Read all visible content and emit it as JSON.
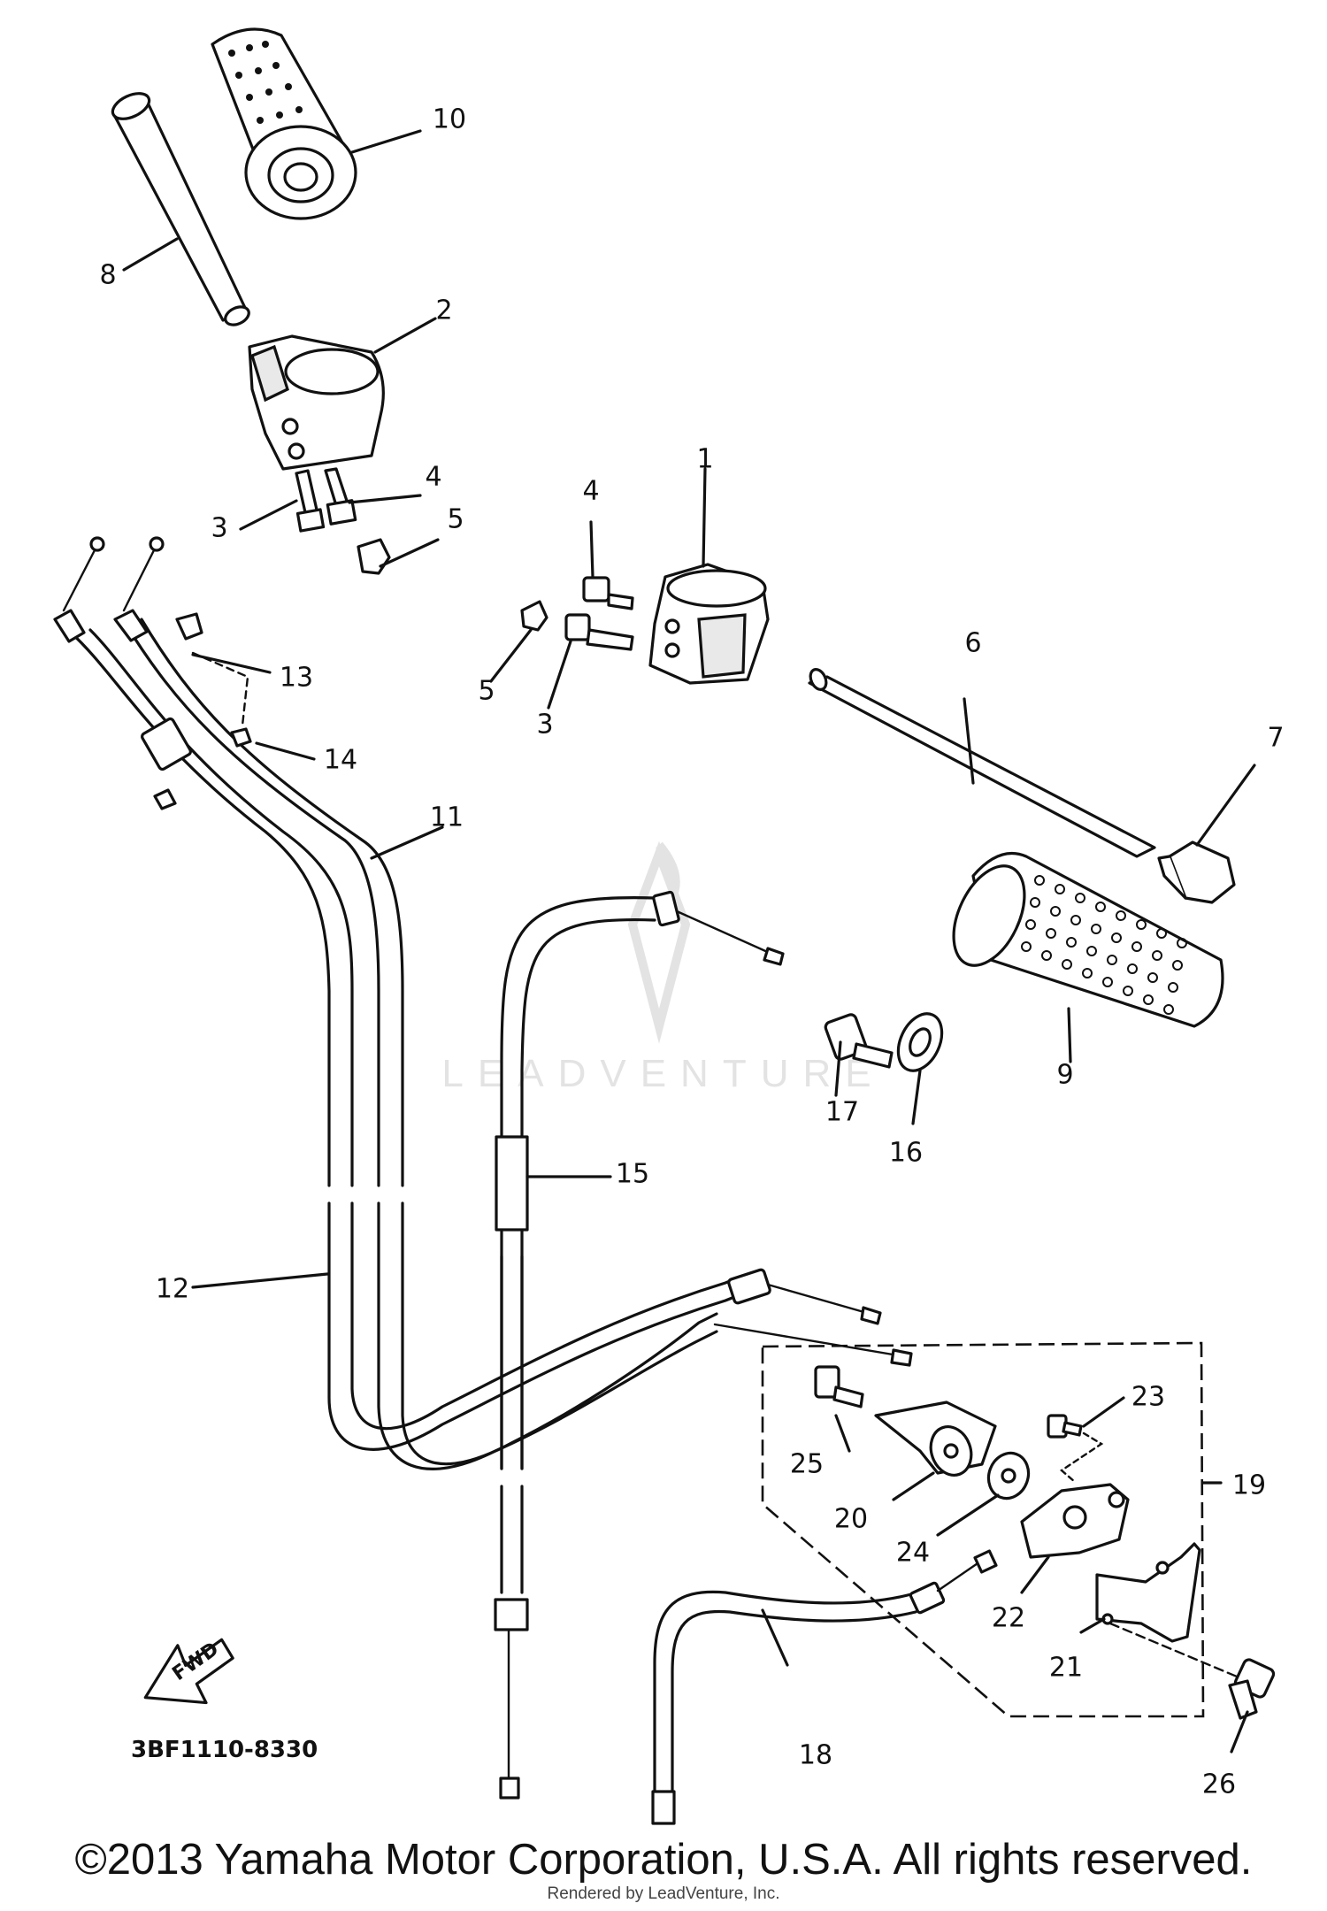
{
  "callouts": [
    {
      "id": "c10",
      "n": "10"
    },
    {
      "id": "c8",
      "n": "8"
    },
    {
      "id": "c2",
      "n": "2"
    },
    {
      "id": "c4a",
      "n": "4"
    },
    {
      "id": "c3a",
      "n": "3"
    },
    {
      "id": "c5a",
      "n": "5"
    },
    {
      "id": "c1",
      "n": "1"
    },
    {
      "id": "c4b",
      "n": "4"
    },
    {
      "id": "c5b",
      "n": "5"
    },
    {
      "id": "c3b",
      "n": "3"
    },
    {
      "id": "c6",
      "n": "6"
    },
    {
      "id": "c13",
      "n": "13"
    },
    {
      "id": "c14",
      "n": "14"
    },
    {
      "id": "c11",
      "n": "11"
    },
    {
      "id": "c7",
      "n": "7"
    },
    {
      "id": "c9",
      "n": "9"
    },
    {
      "id": "c17",
      "n": "17"
    },
    {
      "id": "c16",
      "n": "16"
    },
    {
      "id": "c15",
      "n": "15"
    },
    {
      "id": "c12",
      "n": "12"
    },
    {
      "id": "c23",
      "n": "23"
    },
    {
      "id": "c25",
      "n": "25"
    },
    {
      "id": "c19",
      "n": "19"
    },
    {
      "id": "c20",
      "n": "20"
    },
    {
      "id": "c24",
      "n": "24"
    },
    {
      "id": "c22",
      "n": "22"
    },
    {
      "id": "c21",
      "n": "21"
    },
    {
      "id": "c18",
      "n": "18"
    },
    {
      "id": "c26",
      "n": "26"
    }
  ],
  "diagram_code": "3BF1110-8330",
  "fwd_label": "FWD",
  "watermark": "LEADVENTURE",
  "copyright": "©2013 Yamaha Motor Corporation, U.S.A. All rights reserved.",
  "rendered_by": "Rendered by LeadVenture, Inc."
}
